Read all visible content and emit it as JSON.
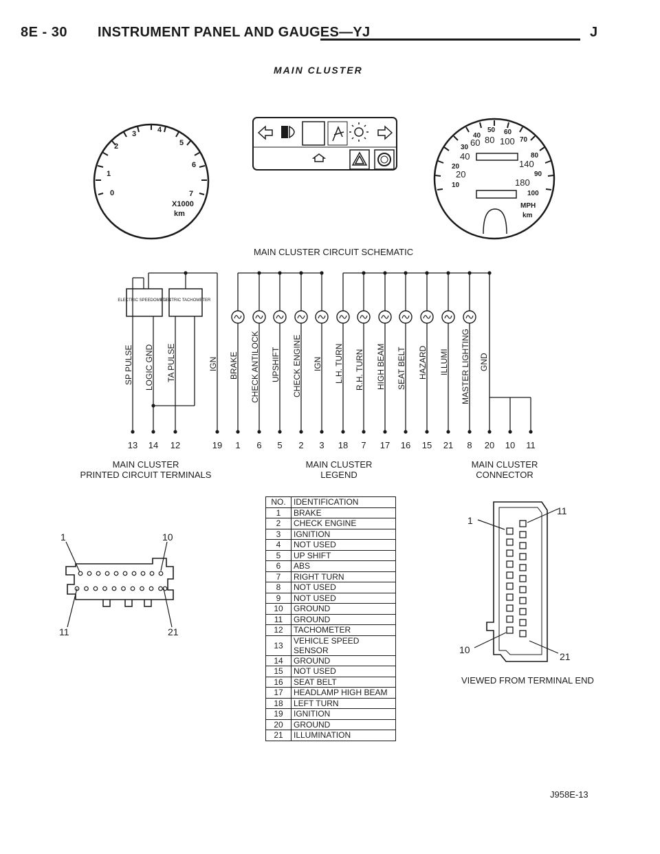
{
  "header": {
    "page_number": "8E - 30",
    "section_title": "INSTRUMENT PANEL AND GAUGES—YJ",
    "model_code": "J"
  },
  "subtitle": "MAIN CLUSTER",
  "tachometer": {
    "scale": [
      "0",
      "1",
      "2",
      "3",
      "4",
      "5",
      "6",
      "7"
    ],
    "unit_line1": "X1000",
    "unit_line2": "km"
  },
  "speedometer": {
    "kmh_scale": [
      "20",
      "40",
      "60",
      "80",
      "100",
      "140",
      "180"
    ],
    "mph_scale": [
      "10",
      "20",
      "30",
      "40",
      "50",
      "60",
      "70",
      "80",
      "90",
      "100"
    ],
    "unit_line1": "MPH",
    "unit_line2": "km"
  },
  "schematic": {
    "title": "MAIN CLUSTER CIRCUIT SCHEMATIC",
    "speedometer_box": "ELECTRIC SPEEDOMETER",
    "tachometer_box": "ELECTRIC TACHOMETER",
    "left_labels": [
      "SP PULSE",
      "LOGIC GND",
      "TA PULSE",
      "IGN"
    ],
    "left_pins": [
      "13",
      "14",
      "12",
      "19"
    ],
    "lamp_labels": [
      "BRAKE",
      "CHECK ANTILOCK",
      "UPSHIFT",
      "CHECK ENGINE",
      "IGN",
      "L.H. TURN",
      "R.H. TURN",
      "HIGH BEAM",
      "SEAT BELT",
      "HAZARD",
      "ILLUMI",
      "MASTER LIGHTING"
    ],
    "lamp_pins": [
      "1",
      "6",
      "5",
      "2",
      "3",
      "18",
      "7",
      "17",
      "16",
      "15",
      "21",
      "8"
    ],
    "gnd_label": "GND",
    "gnd_pins": [
      "20",
      "10",
      "11"
    ],
    "caption_left": [
      "MAIN CLUSTER",
      "PRINTED CIRCUIT TERMINALS"
    ],
    "caption_mid": [
      "MAIN CLUSTER",
      "LEGEND"
    ],
    "caption_right": [
      "MAIN CLUSTER",
      "CONNECTOR"
    ]
  },
  "legend_table": {
    "headers": [
      "NO.",
      "IDENTIFICATION"
    ],
    "rows": [
      [
        "1",
        "BRAKE"
      ],
      [
        "2",
        "CHECK ENGINE"
      ],
      [
        "3",
        "IGNITION"
      ],
      [
        "4",
        "NOT USED"
      ],
      [
        "5",
        "UP SHIFT"
      ],
      [
        "6",
        "ABS"
      ],
      [
        "7",
        "RIGHT TURN"
      ],
      [
        "8",
        "NOT USED"
      ],
      [
        "9",
        "NOT USED"
      ],
      [
        "10",
        "GROUND"
      ],
      [
        "11",
        "GROUND"
      ],
      [
        "12",
        "TACHOMETER"
      ],
      [
        "13",
        "VEHICLE SPEED SENSOR"
      ],
      [
        "14",
        "GROUND"
      ],
      [
        "15",
        "NOT USED"
      ],
      [
        "16",
        "SEAT BELT"
      ],
      [
        "17",
        "HEADLAMP HIGH BEAM"
      ],
      [
        "18",
        "LEFT TURN"
      ],
      [
        "19",
        "IGNITION"
      ],
      [
        "20",
        "GROUND"
      ],
      [
        "21",
        "ILLUMINATION"
      ]
    ]
  },
  "pcb_terminals": {
    "labels": [
      "1",
      "10",
      "11",
      "21"
    ]
  },
  "connector": {
    "labels": [
      "1",
      "11",
      "10",
      "21"
    ],
    "caption": "VIEWED FROM TERMINAL END"
  },
  "figure_code": "J958E-13"
}
